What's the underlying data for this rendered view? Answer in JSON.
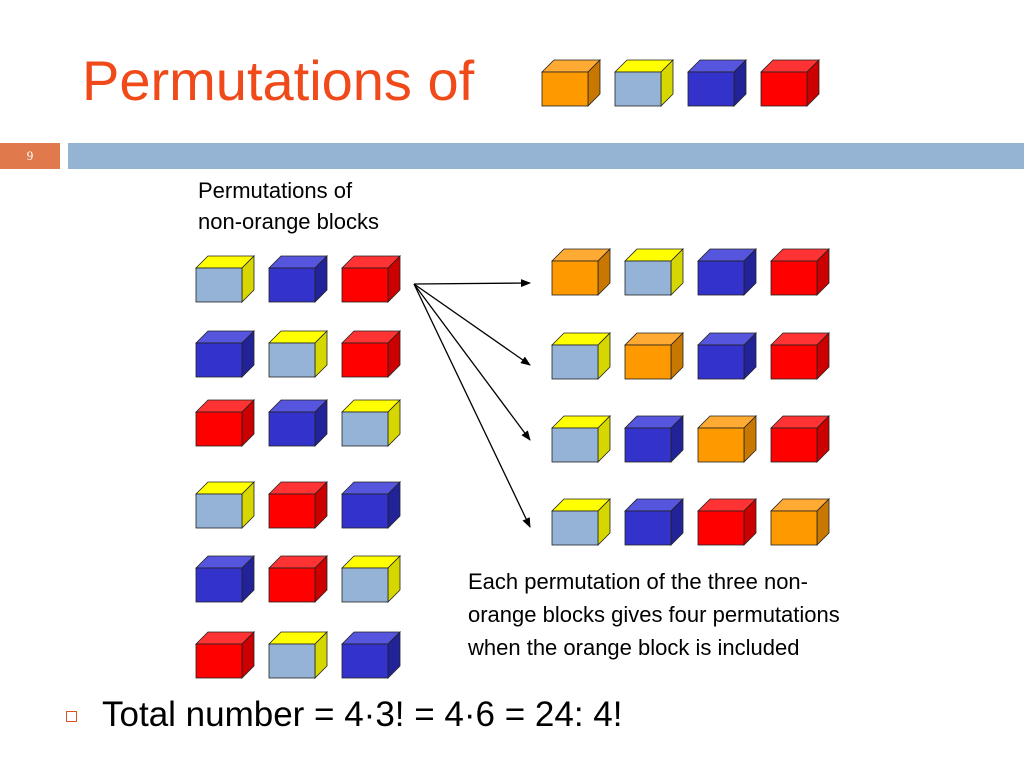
{
  "slide": {
    "title": "Permutations of",
    "slide_number": "9",
    "left_label": [
      "Permutations of",
      "non-orange blocks"
    ],
    "note": [
      "Each permutation of the three non-",
      "orange blocks gives four permutations",
      "when the orange block is included"
    ],
    "bullet": "Total number = 4·3! = 4·6 = 24:  4!"
  },
  "colors": {
    "title": "#f04a1a",
    "slide_number_box": "#e07a4c",
    "header_bar": "#95b3d2",
    "bullet": "#d9551f"
  },
  "block_colors": {
    "orange": {
      "front": "#ff9900",
      "top": "#ffaa33",
      "side": "#c87700"
    },
    "lightblue": {
      "front": "#95b3d7",
      "top": "#ffff00",
      "side": "#d6d600"
    },
    "blue": {
      "front": "#3333cc",
      "top": "#5555dd",
      "side": "#222299"
    },
    "red": {
      "front": "#ff0000",
      "top": "#ff3333",
      "side": "#cc0000"
    }
  },
  "diagram": {
    "title_blocks": [
      "orange",
      "lightblue",
      "blue",
      "red"
    ],
    "left_permutations": [
      [
        "lightblue",
        "blue",
        "red"
      ],
      [
        "blue",
        "lightblue",
        "red"
      ],
      [
        "red",
        "blue",
        "lightblue"
      ],
      [
        "lightblue",
        "red",
        "blue"
      ],
      [
        "blue",
        "red",
        "lightblue"
      ],
      [
        "red",
        "lightblue",
        "blue"
      ]
    ],
    "right_permutations": [
      [
        "orange",
        "lightblue",
        "blue",
        "red"
      ],
      [
        "lightblue",
        "orange",
        "blue",
        "red"
      ],
      [
        "lightblue",
        "blue",
        "orange",
        "red"
      ],
      [
        "lightblue",
        "blue",
        "red",
        "orange"
      ]
    ]
  }
}
